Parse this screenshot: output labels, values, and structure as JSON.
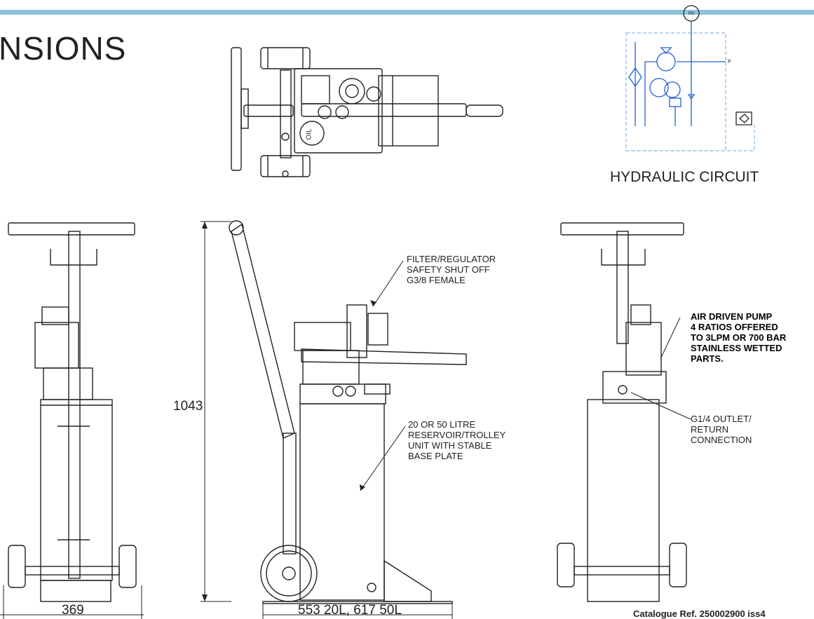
{
  "title": "NSIONS",
  "hydraulic_circuit": {
    "title": "HYDRAULIC CIRCUIT",
    "gauge_label": "PG",
    "port_label": "P"
  },
  "callouts": {
    "filter_regulator": [
      "FILTER/REGULATOR",
      "SAFETY SHUT OFF",
      "G3/8 FEMALE"
    ],
    "reservoir": [
      "20 OR 50 LITRE",
      "RESERVOIR/TROLLEY",
      "UNIT WITH STABLE",
      "BASE PLATE"
    ],
    "air_driven_pump": [
      "AIR DRIVEN PUMP",
      "4 RATIOS OFFERED",
      "TO 3LPM OR 700 BAR",
      "STAINLESS WETTED",
      "PARTS."
    ],
    "outlet": [
      "G1/4 OUTLET/",
      "RETURN",
      "CONNECTION"
    ]
  },
  "oil_label": "OIL",
  "dimensions": {
    "height": "1043",
    "front_width": "369",
    "side_width": "553 20L, 617 50L"
  },
  "catalogue_ref": "Catalogue Ref. 250002900 iss4",
  "colors": {
    "accent_bar": "#8ec3dd",
    "circuit_blue": "#1f5fd6",
    "circuit_dash": "#6fa6e6",
    "line": "#222222"
  }
}
